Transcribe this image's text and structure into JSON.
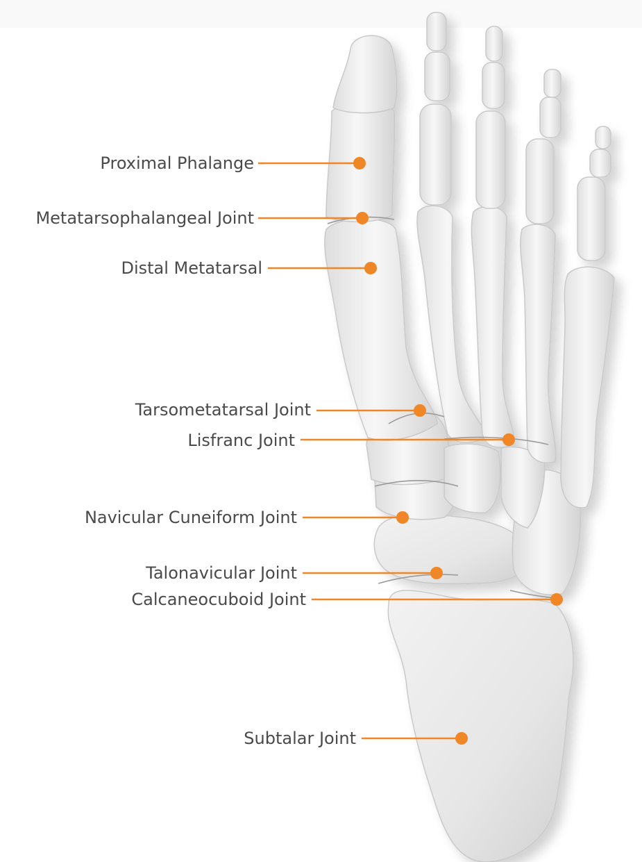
{
  "colors": {
    "accent": "#f08626",
    "label_text": "#4a4a4a",
    "bone_light": "#f5f5f5",
    "bone_mid": "#e3e3e3",
    "bone_shadow": "#cfcfcf"
  },
  "icon": "foot-skeleton-illustration",
  "labels": [
    {
      "id": "proximal-phalange",
      "text": "Proximal Phalange"
    },
    {
      "id": "metatarsophalangeal-joint",
      "text": "Metatarsophalangeal Joint"
    },
    {
      "id": "distal-metatarsal",
      "text": "Distal Metatarsal"
    },
    {
      "id": "tarsometatarsal-joint",
      "text": "Tarsometatarsal Joint"
    },
    {
      "id": "lisfranc-joint",
      "text": "Lisfranc Joint"
    },
    {
      "id": "navicular-cuneiform-joint",
      "text": "Navicular Cuneiform Joint"
    },
    {
      "id": "talonavicular-joint",
      "text": "Talonavicular Joint"
    },
    {
      "id": "calcaneocuboid-joint",
      "text": "Calcaneocuboid Joint"
    },
    {
      "id": "subtalar-joint",
      "text": "Subtalar Joint"
    }
  ]
}
